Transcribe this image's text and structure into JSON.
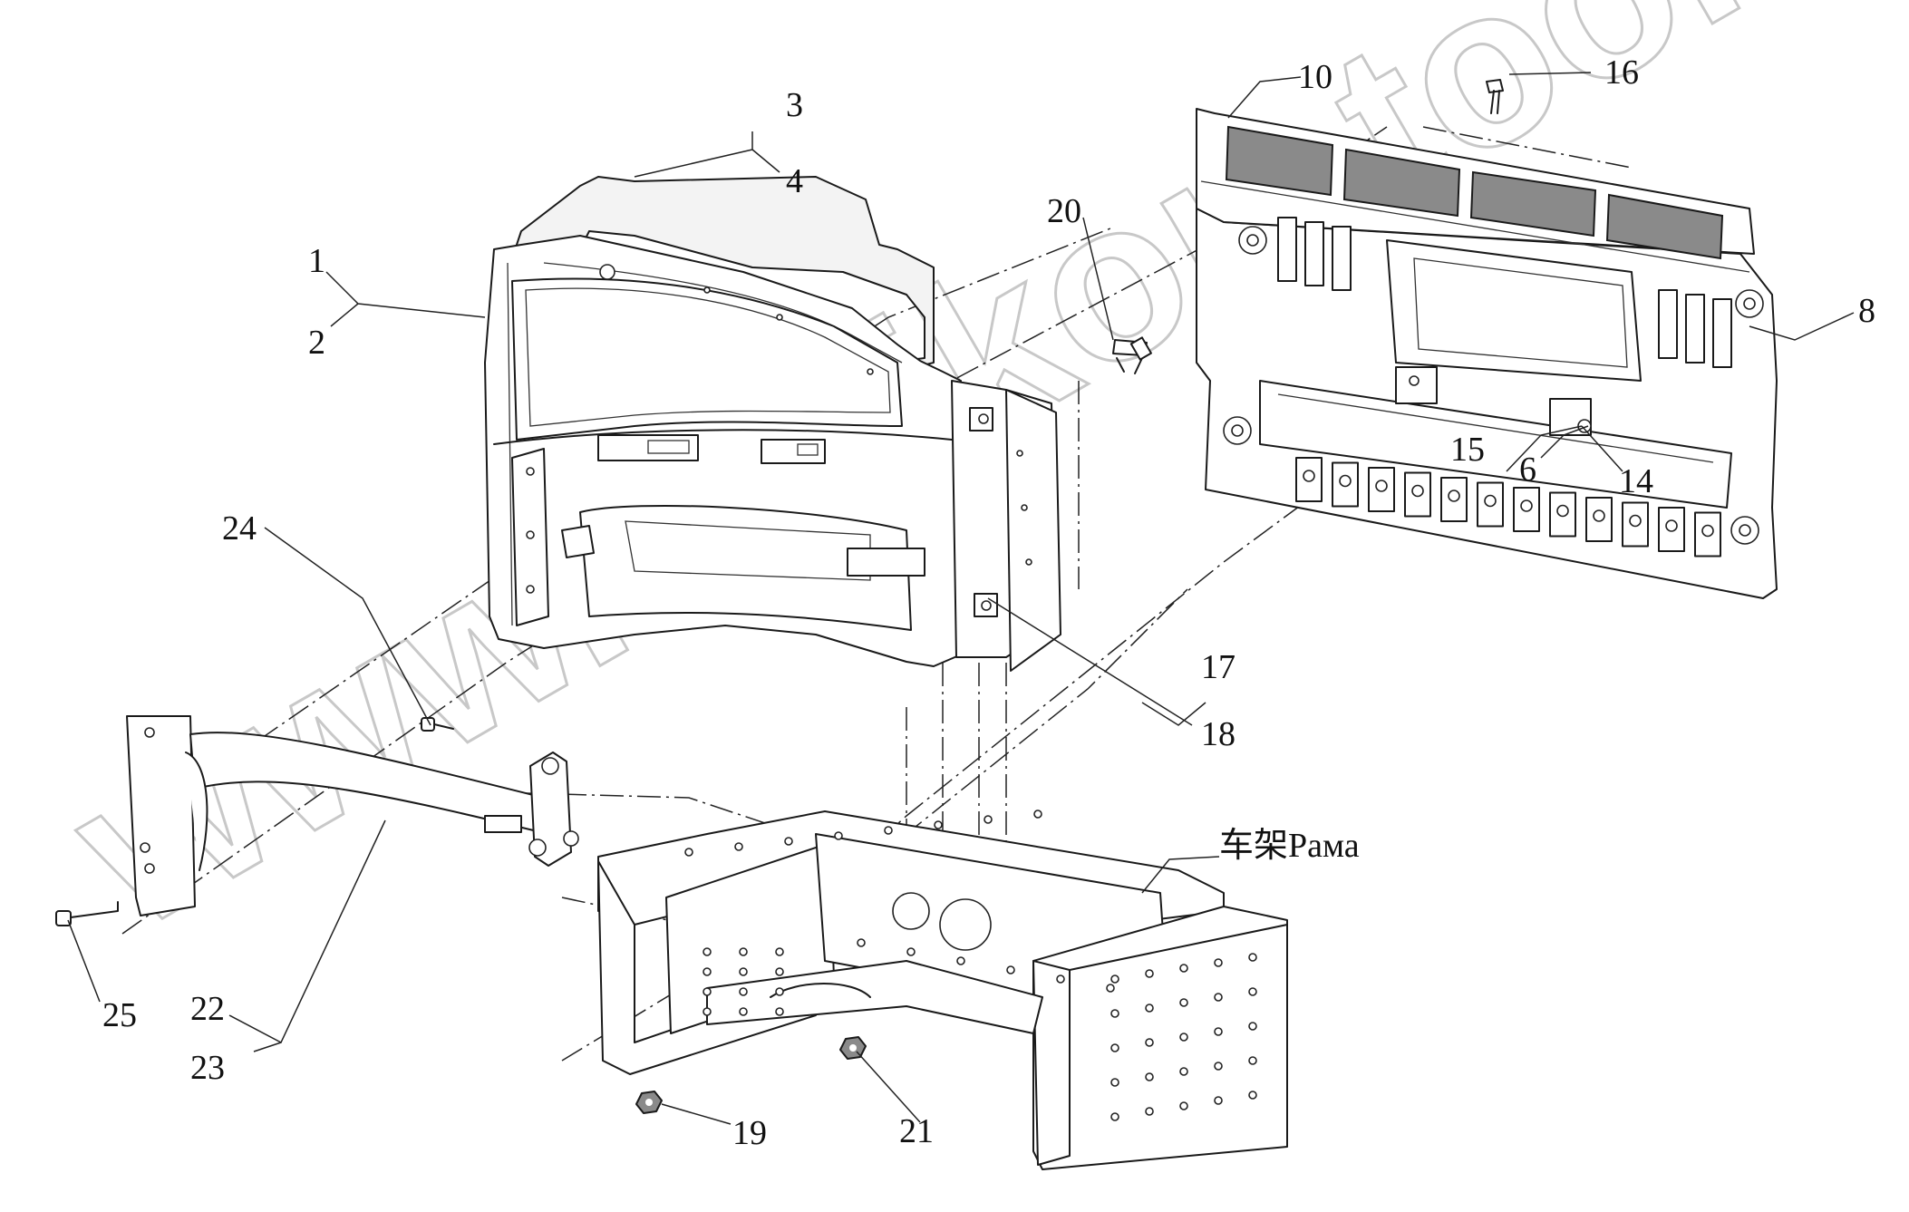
{
  "watermark": "www.sinikon-tool.ru",
  "callouts": {
    "c1": "1",
    "c2": "2",
    "c3": "3",
    "c4": "4",
    "c6": "6",
    "c8": "8",
    "c10": "10",
    "c14": "14",
    "c15": "15",
    "c16": "16",
    "c17": "17",
    "c18": "18",
    "c19": "19",
    "c20": "20",
    "c21": "21",
    "c22": "22",
    "c23": "23",
    "c24": "24",
    "c25": "25",
    "frame": "车架Рама"
  }
}
